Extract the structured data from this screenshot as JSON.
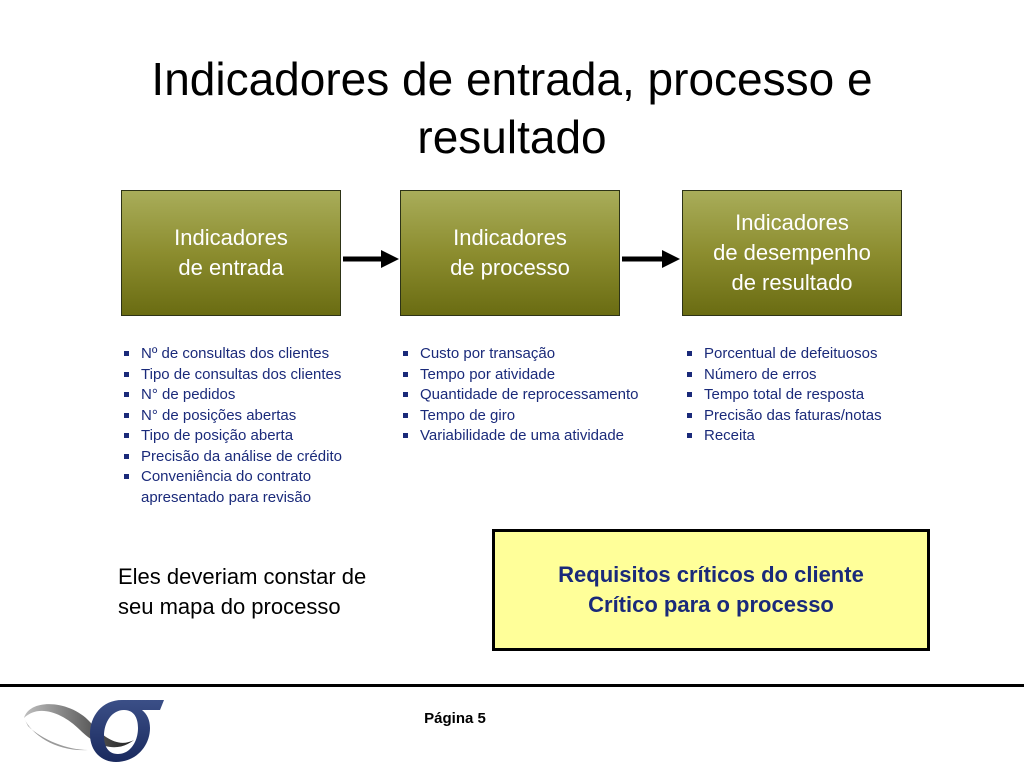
{
  "slide": {
    "title_line1": "Indicadores de entrada, processo e",
    "title_line2": "resultado"
  },
  "boxes": [
    {
      "lines": [
        "Indicadores",
        "de entrada"
      ]
    },
    {
      "lines": [
        "Indicadores",
        "de processo"
      ]
    },
    {
      "lines": [
        "Indicadores",
        "de desempenho",
        "de resultado"
      ]
    }
  ],
  "lists": {
    "input": [
      "Nº de consultas dos clientes",
      "Tipo de consultas dos clientes",
      "N° de pedidos",
      "N° de posições abertas",
      "Tipo de posição aberta",
      "Precisão da análise de crédito",
      "Conveniência do contrato apresentado para revisão"
    ],
    "process": [
      "Custo por transação",
      "Tempo por atividade",
      "Quantidade de reprocessamento",
      "Tempo de giro",
      "Variabilidade de uma atividade"
    ],
    "result": [
      "Porcentual de defeituosos",
      "Número de erros",
      "Tempo total de resposta",
      "Precisão das faturas/notas",
      "Receita"
    ]
  },
  "note": {
    "line1": "Eles deveriam constar de",
    "line2": "seu mapa do processo"
  },
  "callout": {
    "line1": "Requisitos críticos do cliente",
    "line2": "Crítico para o processo"
  },
  "footer": {
    "page_label": "Página 5"
  },
  "colors": {
    "box_fill": "#8c8d2f",
    "bullet_text": "#1a2a7a",
    "callout_fill": "#ffff99"
  }
}
